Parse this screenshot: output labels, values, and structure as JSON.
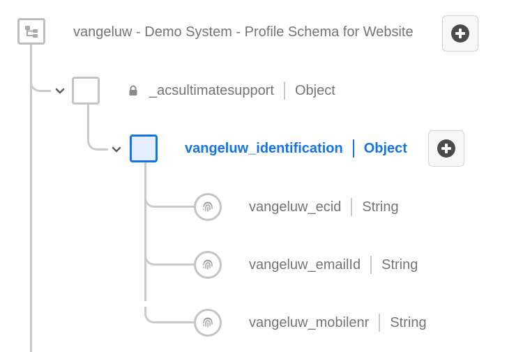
{
  "root": {
    "title": "vangeluw - Demo System - Profile Schema for Website",
    "icon": "schema-tree-icon"
  },
  "nodes": [
    {
      "name": "_acsultimatesupport",
      "type": "Object",
      "locked": true,
      "expanded": true
    },
    {
      "name": "vangeluw_identification",
      "type": "Object",
      "selected": true,
      "expanded": true
    },
    {
      "name": "vangeluw_ecid",
      "type": "String",
      "icon": "fingerprint-icon"
    },
    {
      "name": "vangeluw_emailId",
      "type": "String",
      "icon": "fingerprint-icon"
    },
    {
      "name": "vangeluw_mobilenr",
      "type": "String",
      "icon": "fingerprint-icon"
    }
  ],
  "colors": {
    "accent": "#1473e6",
    "tree_line": "#cacaca",
    "text": "#747474"
  }
}
